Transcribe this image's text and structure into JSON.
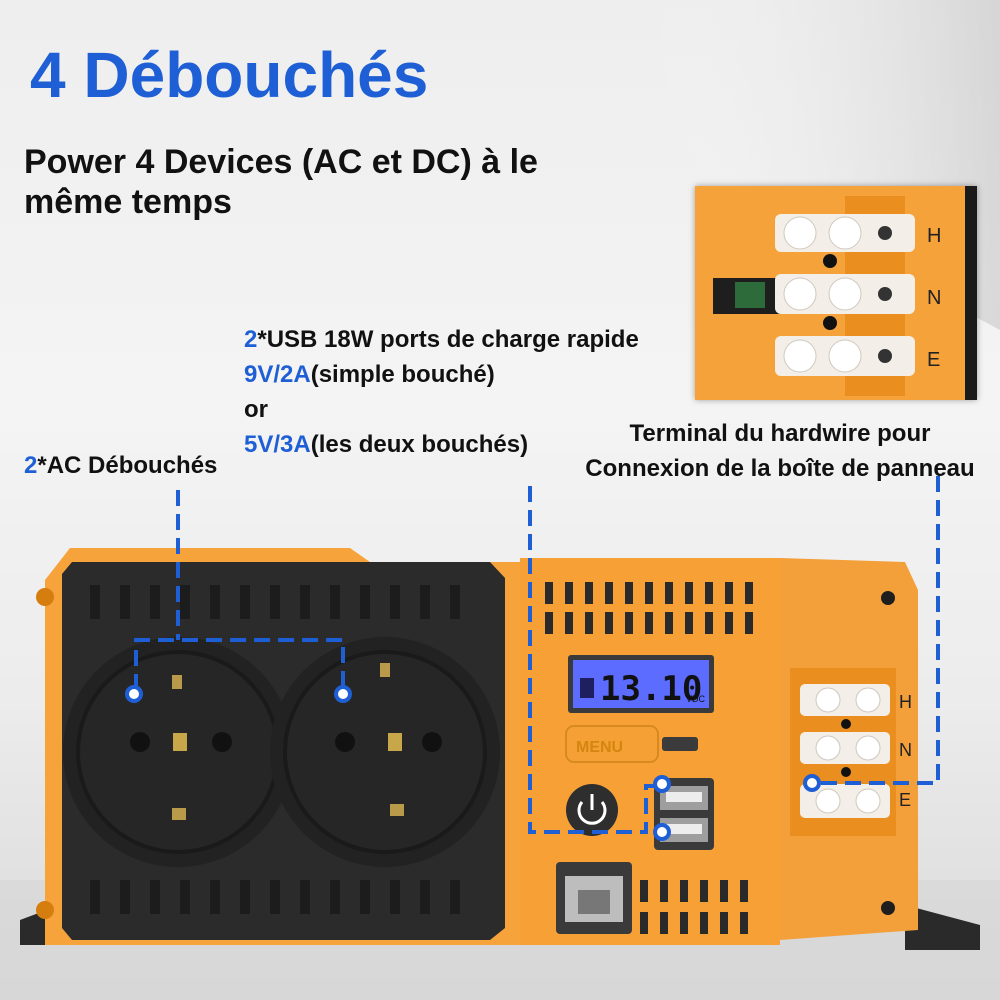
{
  "title": "4 Débouchés",
  "subtitle": "Power 4 Devices (AC et DC) à le même temps",
  "usb_callout": {
    "line1_prefix": "2",
    "line1_rest": "*USB 18W ports de charge rapide",
    "line2_value": "9V/2A",
    "line2_rest": "(simple bouché)",
    "line3": "or",
    "line4_value": "5V/3A",
    "line4_rest": "(les deux bouchés)"
  },
  "ac_callout": {
    "prefix": "2",
    "rest": "*AC Débouchés"
  },
  "terminal_callout": {
    "line1": "Terminal du hardwire pour",
    "line2": "Connexion de la boîte de panneau"
  },
  "lcd": {
    "value": "13.10",
    "unit": "VDC"
  },
  "menu_label": "MENU",
  "terminal_labels": [
    "H",
    "N",
    "E"
  ],
  "colors": {
    "accent_blue": "#1f5fd6",
    "body_orange": "#f7a33c",
    "panel_black": "#2b2b2b",
    "lcd_blue": "#5b6cff"
  }
}
